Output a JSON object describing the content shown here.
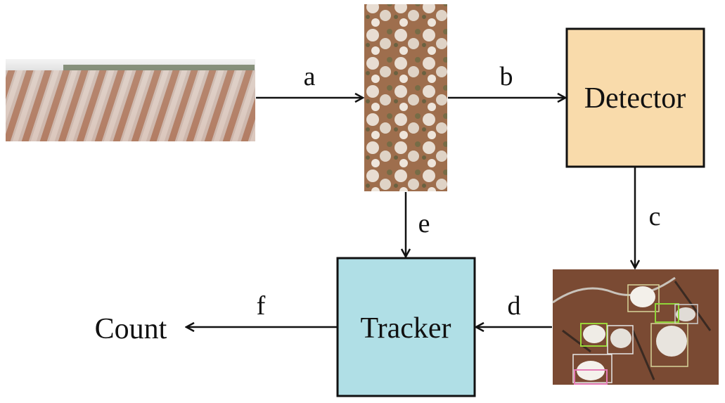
{
  "nodes": {
    "detector": {
      "label": "Detector",
      "fill": "#f9dbab"
    },
    "tracker": {
      "label": "Tracker",
      "fill": "#b0dfe6"
    },
    "count": {
      "label": "Count"
    }
  },
  "edges": {
    "a": "a",
    "b": "b",
    "c": "c",
    "d": "d",
    "e": "e",
    "f": "f"
  },
  "images": {
    "field_photo": "cotton-field-photo",
    "crop_photo": "cotton-row-crop",
    "detection_photo": "cotton-detection-result"
  }
}
